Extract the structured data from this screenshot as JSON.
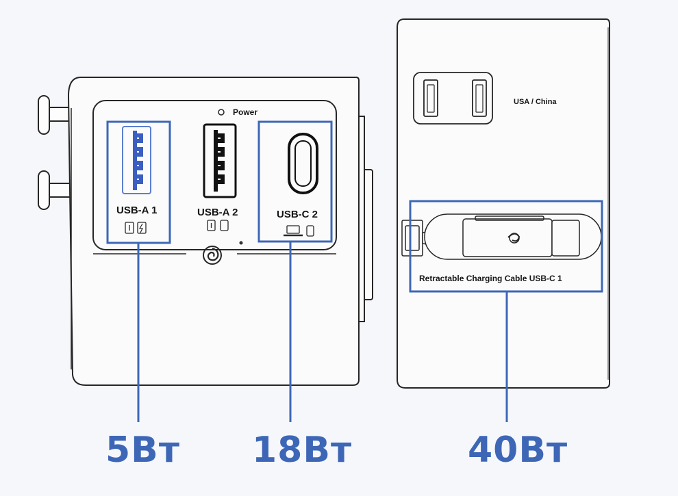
{
  "ports": {
    "usb_a1": {
      "label": "USB-A 1",
      "watt": "5Вт"
    },
    "usb_a2": {
      "label": "USB-A 2"
    },
    "usb_c2": {
      "label": "USB-C 2",
      "watt": "18Вт"
    }
  },
  "power_label": "Power",
  "socket_label": "USA / China",
  "cable": {
    "label": "Retractable Charging Cable USB-C 1",
    "watt": "40Вт"
  },
  "colors": {
    "accent": "#3d67b6",
    "outline": "#262626",
    "background": "#f6f7fb"
  }
}
